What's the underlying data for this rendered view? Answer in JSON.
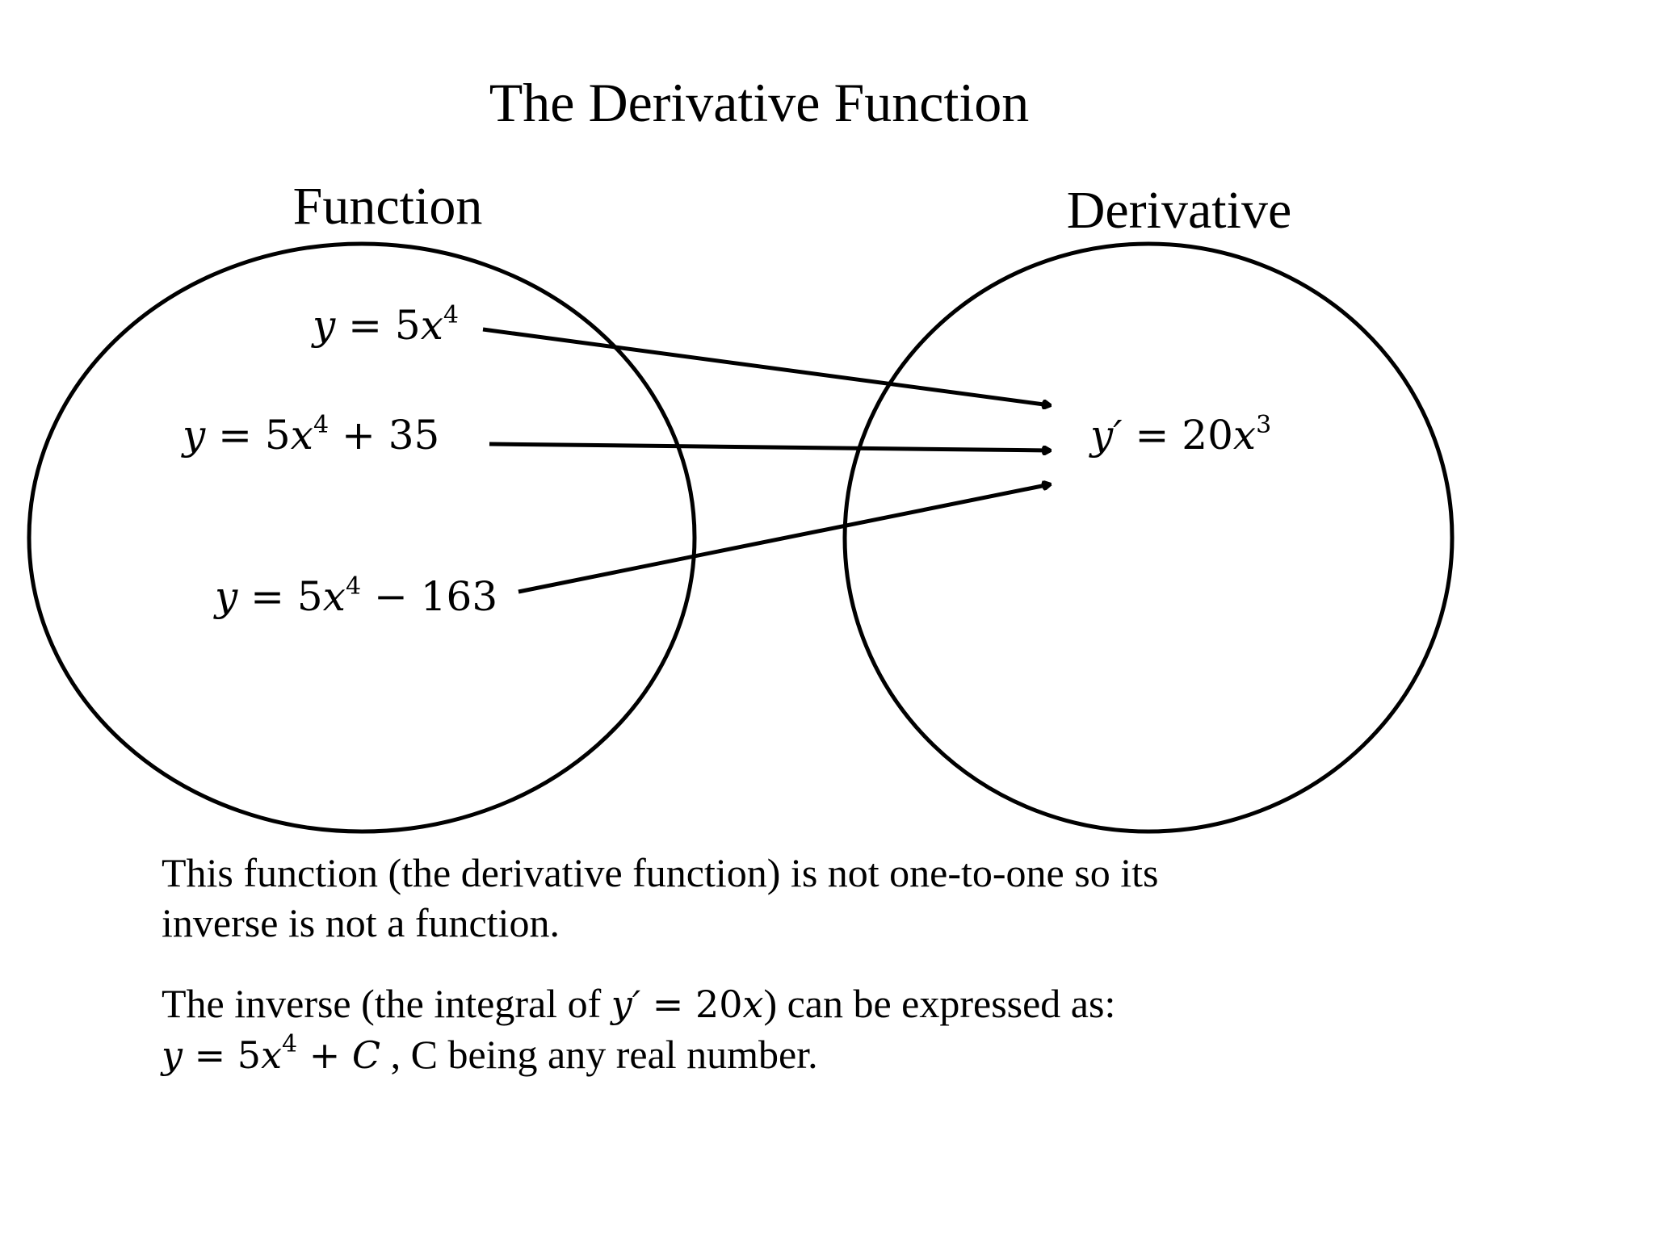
{
  "title": "The Derivative Function",
  "sets": {
    "function_label": "Function",
    "derivative_label": "Derivative"
  },
  "functions": [
    {
      "lhs": "y",
      "eq": " = 5",
      "var": "x",
      "exp": "4",
      "rest": ""
    },
    {
      "lhs": "y",
      "eq": " = 5",
      "var": "x",
      "exp": "4",
      "rest": " + 35"
    },
    {
      "lhs": "y",
      "eq": " = 5",
      "var": "x",
      "exp": "4",
      "rest": " − 163"
    }
  ],
  "derivative": {
    "lhs": "y′",
    "eq": " = 20",
    "var": "x",
    "exp": "3"
  },
  "notes": {
    "para1_line1": "This function (the derivative function) is not one-to-one so its",
    "para1_line2": "inverse is not a function.",
    "para2_line1_a": "The inverse (the integral of ",
    "para2_line1_math_lhs": "y′",
    "para2_line1_math_eq": " = 20",
    "para2_line1_math_var": "x",
    "para2_line1_b": ") can be expressed as:",
    "para2_line2_lhs": "y",
    "para2_line2_eq": " = 5",
    "para2_line2_var": "x",
    "para2_line2_exp": "4",
    "para2_line2_plus": " + ",
    "para2_line2_const": "C",
    "para2_line2_rest": " , C being any real number."
  }
}
